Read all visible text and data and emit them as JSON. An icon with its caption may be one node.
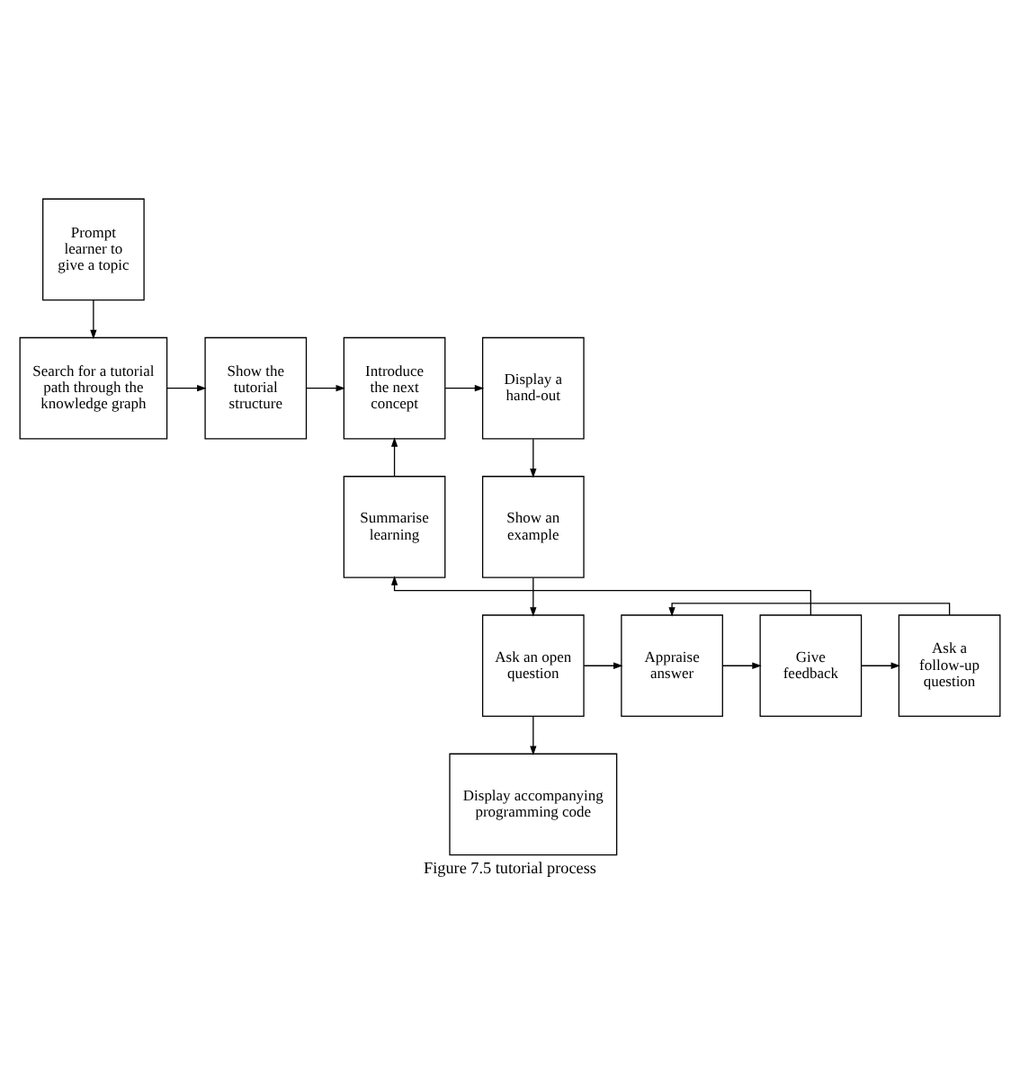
{
  "diagram": {
    "caption": "Figure 7.5 tutorial process",
    "nodes": [
      {
        "text": [
          "Prompt learner to give a topic"
        ]
      },
      {
        "text": [
          "Search for a tutorial path through the knowledge graph"
        ]
      },
      {
        "text": [
          "Show the tutorial structure"
        ]
      },
      {
        "text": [
          "Introduce the next concept"
        ]
      },
      {
        "text": [
          "Display a hand-out"
        ]
      },
      {
        "text": [
          "Summarise learning"
        ]
      },
      {
        "text": [
          "Show an example"
        ]
      },
      {
        "text": [
          "Ask a follow-up question"
        ]
      },
      {
        "text": [
          "Give feedback"
        ]
      },
      {
        "text": [
          "Appraise answer"
        ]
      },
      {
        "text": [
          "Ask an open question"
        ]
      },
      {
        "text": [
          "Display accompanying programming code"
        ]
      }
    ],
    "edges": [
      {
        "from": 0,
        "to": 1,
        "arrow": "to"
      },
      {
        "from": 1,
        "to": 2,
        "arrow": "to"
      },
      {
        "from": 2,
        "to": 3,
        "arrow": "to"
      },
      {
        "from": 3,
        "to": 4,
        "arrow": "to"
      },
      {
        "from": 4,
        "to": 6,
        "arrow": "to"
      },
      {
        "from": 6,
        "to": 10,
        "arrow": "to"
      },
      {
        "from": 10,
        "to": 9,
        "arrow": "to"
      },
      {
        "from": 9,
        "to": 8,
        "arrow": "to"
      },
      {
        "from": 8,
        "to": 7,
        "arrow": "to"
      },
      {
        "from": 8,
        "to": 5,
        "arrow": "to"
      },
      {
        "from": 5,
        "to": 3,
        "arrow": "to"
      },
      {
        "from": 7,
        "to": 9,
        "arrow": "to"
      },
      {
        "from": 10,
        "to": 11,
        "arrow": "to"
      }
    ]
  }
}
